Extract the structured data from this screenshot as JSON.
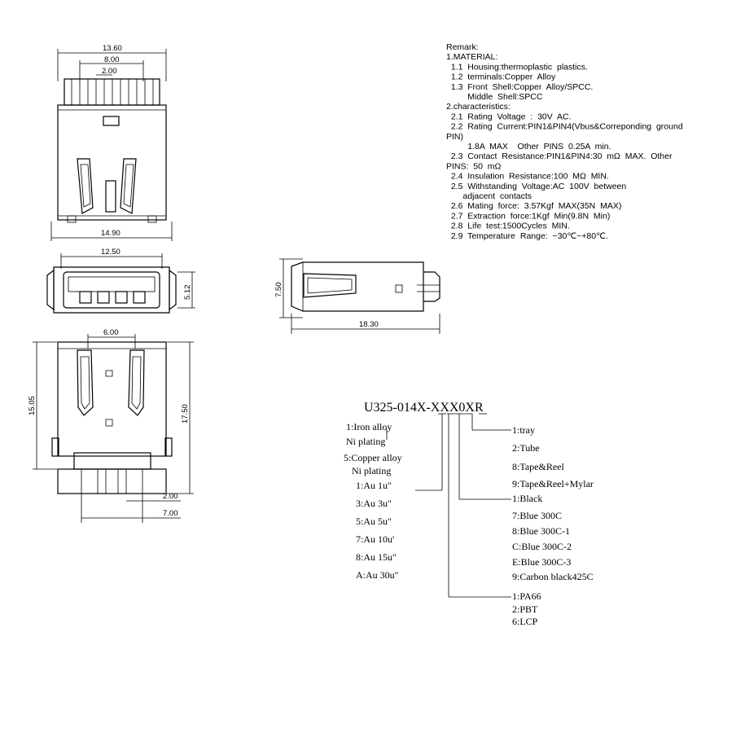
{
  "dimensions": {
    "top_overall": "13.60",
    "top_inner": "8.00",
    "top_pitch": "2.00",
    "top_bottom": "14.90",
    "front_width": "12.50",
    "front_height": "5.12",
    "bottom_inner": "6.00",
    "bottom_left_height": "15.05",
    "bottom_right_height": "17.50",
    "bottom_pitch": "2.00",
    "bottom_span": "7.00",
    "side_height": "7.50",
    "side_length": "18.30"
  },
  "remark": [
    "Remark:",
    "1.MATERIAL:",
    "  1.1  Housing:thermoplastic  plastics.",
    "  1.2  terminals:Copper  Alloy",
    "  1.3  Front  Shell:Copper  Alloy/SPCC.",
    "         Middle  Shell:SPCC",
    "2.characteristics:",
    "  2.1  Rating  Voltage  :  30V  AC.",
    "  2.2  Rating  Current:PIN1&PIN4(Vbus&Correponding  ground",
    "PIN)",
    "         1.8A  MAX    Other  PINS  0.25A  min.",
    "  2.3  Contact  Resistance:PIN1&PIN4:30  mΩ  MAX.  Other",
    "PINS:  50  mΩ",
    "  2.4  Insulation  Resistance:100  MΩ  MIN.",
    "  2.5  Withstanding  Voltage:AC  100V  between",
    "       adjacent  contacts",
    "  2.6  Mating  force:  3.57Kgf  MAX(35N  MAX)",
    "  2.7  Extraction  force:1Kgf  Min(9.8N  Min)",
    "  2.8  Life  test:1500Cycles  MIN.",
    "  2.9  Temperature  Range:  −30℃~+80℃."
  ],
  "part_number": "U325-014X-XXX0XR",
  "plating_options": [
    "1:Iron alloy",
    "Ni plating",
    "5:Copper alloy",
    "Ni plating",
    "1:Au 1u″",
    "3:Au 3u″",
    "5:Au 5u″",
    "7:Au 10u'",
    "8:Au 15u″",
    "A:Au 30u″"
  ],
  "packing_options": [
    "1:tray",
    "2:Tube",
    "8:Tape&Reel",
    "9:Tape&Reel+Mylar"
  ],
  "color_options": [
    "1:Black",
    "7:Blue 300C",
    "8:Blue 300C-1",
    "C:Blue 300C-2",
    "E:Blue 300C-3",
    "9:Carbon black425C"
  ],
  "material_options": [
    "1:PA66",
    "2:PBT",
    "6:LCP"
  ]
}
